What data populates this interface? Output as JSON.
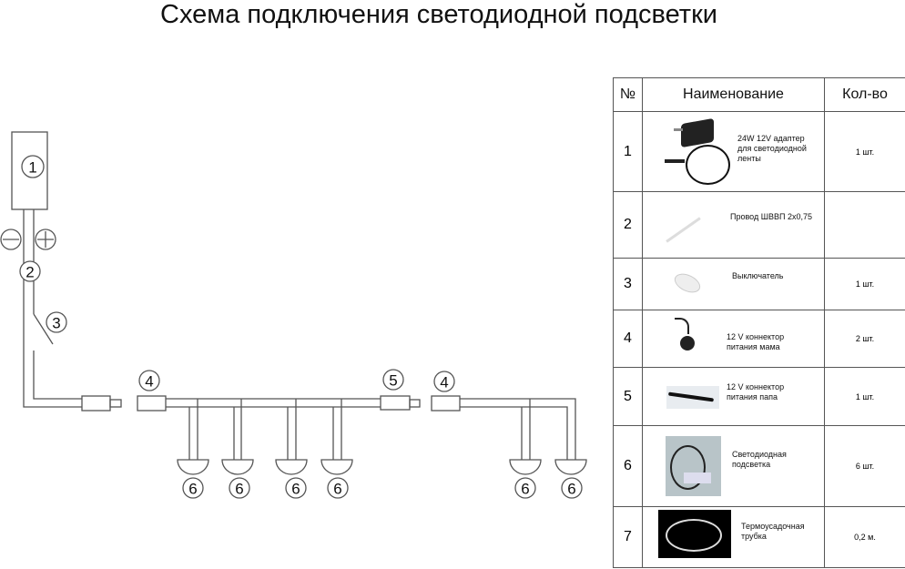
{
  "title": "Схема подключения светодиодной подсветки",
  "diagram": {
    "labels": {
      "adapter": "1",
      "wire": "2",
      "switch": "3",
      "connector_female": "4",
      "connector_male": "5",
      "light": "6"
    },
    "polarity": {
      "minus": "−",
      "plus": "+"
    }
  },
  "table": {
    "headers": [
      "№",
      "Наименование",
      "Кол-во"
    ],
    "rows": [
      {
        "num": "1",
        "name": [
          "24W 12V адаптер",
          "для светодиодной",
          "ленты"
        ],
        "qty": "1 шт.",
        "image": "adapter"
      },
      {
        "num": "2",
        "name": [
          "Провод ШВВП 2х0,75"
        ],
        "qty": "",
        "image": "wire"
      },
      {
        "num": "3",
        "name": [
          "Выключатель"
        ],
        "qty": "1 шт.",
        "image": "switch"
      },
      {
        "num": "4",
        "name": [
          "12 V коннектор",
          "питания мама"
        ],
        "qty": "2 шт.",
        "image": "connector-female"
      },
      {
        "num": "5",
        "name": [
          "12 V коннектор",
          "питания папа"
        ],
        "qty": "1 шт.",
        "image": "connector-male"
      },
      {
        "num": "6",
        "name": [
          "Светодиодная",
          "подсветка"
        ],
        "qty": "6 шт.",
        "image": "led-light"
      },
      {
        "num": "7",
        "name": [
          "Термоусадочная",
          "трубка"
        ],
        "qty": "0,2 м.",
        "image": "heat-shrink-tube"
      }
    ]
  }
}
